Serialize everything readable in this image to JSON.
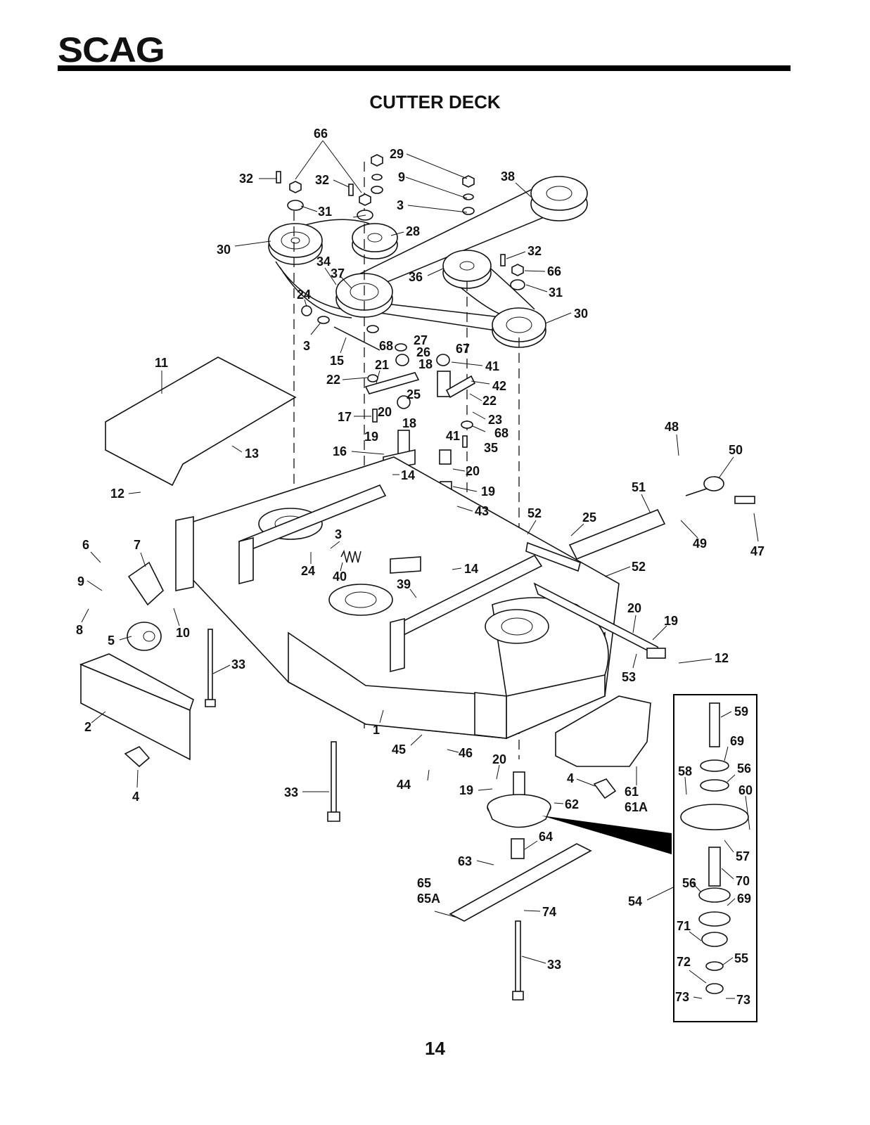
{
  "header": {
    "brand": "SCAG"
  },
  "title": "CUTTER DECK",
  "page_number": "14",
  "callouts": [
    {
      "id": "c1",
      "text": "66"
    },
    {
      "id": "c2",
      "text": "29"
    },
    {
      "id": "c3",
      "text": "32"
    },
    {
      "id": "c4",
      "text": "32"
    },
    {
      "id": "c5",
      "text": "9"
    },
    {
      "id": "c6",
      "text": "38"
    },
    {
      "id": "c7",
      "text": "3"
    },
    {
      "id": "c8",
      "text": "31"
    },
    {
      "id": "c9",
      "text": "28"
    },
    {
      "id": "c10",
      "text": "30"
    },
    {
      "id": "c11",
      "text": "34"
    },
    {
      "id": "c12",
      "text": "37"
    },
    {
      "id": "c13",
      "text": "36"
    },
    {
      "id": "c14",
      "text": "32"
    },
    {
      "id": "c15",
      "text": "66"
    },
    {
      "id": "c16",
      "text": "31"
    },
    {
      "id": "c17",
      "text": "24"
    },
    {
      "id": "c18",
      "text": "30"
    },
    {
      "id": "c19",
      "text": "3"
    },
    {
      "id": "c20",
      "text": "27"
    },
    {
      "id": "c21",
      "text": "67"
    },
    {
      "id": "c22",
      "text": "68"
    },
    {
      "id": "c23",
      "text": "26"
    },
    {
      "id": "c24",
      "text": "15"
    },
    {
      "id": "c25",
      "text": "18"
    },
    {
      "id": "c26",
      "text": "41"
    },
    {
      "id": "c27",
      "text": "11"
    },
    {
      "id": "c28",
      "text": "21"
    },
    {
      "id": "c29",
      "text": "22"
    },
    {
      "id": "c30",
      "text": "42"
    },
    {
      "id": "c31",
      "text": "25"
    },
    {
      "id": "c32",
      "text": "22"
    },
    {
      "id": "c33",
      "text": "17"
    },
    {
      "id": "c34",
      "text": "20"
    },
    {
      "id": "c35",
      "text": "23"
    },
    {
      "id": "c36",
      "text": "18"
    },
    {
      "id": "c37",
      "text": "68"
    },
    {
      "id": "c38",
      "text": "19"
    },
    {
      "id": "c39",
      "text": "41"
    },
    {
      "id": "c40",
      "text": "35"
    },
    {
      "id": "c41",
      "text": "48"
    },
    {
      "id": "c42",
      "text": "13"
    },
    {
      "id": "c43",
      "text": "16"
    },
    {
      "id": "c44",
      "text": "50"
    },
    {
      "id": "c45",
      "text": "14"
    },
    {
      "id": "c46",
      "text": "20"
    },
    {
      "id": "c47",
      "text": "12"
    },
    {
      "id": "c48",
      "text": "19"
    },
    {
      "id": "c49",
      "text": "51"
    },
    {
      "id": "c50",
      "text": "43"
    },
    {
      "id": "c51",
      "text": "52"
    },
    {
      "id": "c52",
      "text": "25"
    },
    {
      "id": "c53",
      "text": "3"
    },
    {
      "id": "c54",
      "text": "49"
    },
    {
      "id": "c55",
      "text": "47"
    },
    {
      "id": "c56",
      "text": "6"
    },
    {
      "id": "c57",
      "text": "7"
    },
    {
      "id": "c58",
      "text": "24"
    },
    {
      "id": "c59",
      "text": "14"
    },
    {
      "id": "c60",
      "text": "52"
    },
    {
      "id": "c61",
      "text": "40"
    },
    {
      "id": "c62",
      "text": "9"
    },
    {
      "id": "c63",
      "text": "39"
    },
    {
      "id": "c64",
      "text": "20"
    },
    {
      "id": "c65",
      "text": "8"
    },
    {
      "id": "c66",
      "text": "10"
    },
    {
      "id": "c67",
      "text": "19"
    },
    {
      "id": "c68",
      "text": "5"
    },
    {
      "id": "c69",
      "text": "12"
    },
    {
      "id": "c70",
      "text": "33"
    },
    {
      "id": "c71",
      "text": "53"
    },
    {
      "id": "c72",
      "text": "59"
    },
    {
      "id": "c73",
      "text": "2"
    },
    {
      "id": "c74",
      "text": "1"
    },
    {
      "id": "c75",
      "text": "69"
    },
    {
      "id": "c76",
      "text": "45"
    },
    {
      "id": "c77",
      "text": "46"
    },
    {
      "id": "c78",
      "text": "20"
    },
    {
      "id": "c79",
      "text": "58"
    },
    {
      "id": "c80",
      "text": "56"
    },
    {
      "id": "c81",
      "text": "4"
    },
    {
      "id": "c82",
      "text": "44"
    },
    {
      "id": "c83",
      "text": "4"
    },
    {
      "id": "c84",
      "text": "60"
    },
    {
      "id": "c85",
      "text": "33"
    },
    {
      "id": "c86",
      "text": "19"
    },
    {
      "id": "c87",
      "text": "62"
    },
    {
      "id": "c88",
      "text": "61"
    },
    {
      "id": "c89",
      "text": "61A"
    },
    {
      "id": "c90",
      "text": "64"
    },
    {
      "id": "c91",
      "text": "57"
    },
    {
      "id": "c92",
      "text": "63"
    },
    {
      "id": "c93",
      "text": "56"
    },
    {
      "id": "c94",
      "text": "70"
    },
    {
      "id": "c95",
      "text": "65"
    },
    {
      "id": "c96",
      "text": "65A"
    },
    {
      "id": "c97",
      "text": "54"
    },
    {
      "id": "c98",
      "text": "69"
    },
    {
      "id": "c99",
      "text": "74"
    },
    {
      "id": "c100",
      "text": "71"
    },
    {
      "id": "c101",
      "text": "33"
    },
    {
      "id": "c102",
      "text": "72"
    },
    {
      "id": "c103",
      "text": "55"
    },
    {
      "id": "c104",
      "text": "73"
    },
    {
      "id": "c105",
      "text": "73"
    }
  ]
}
